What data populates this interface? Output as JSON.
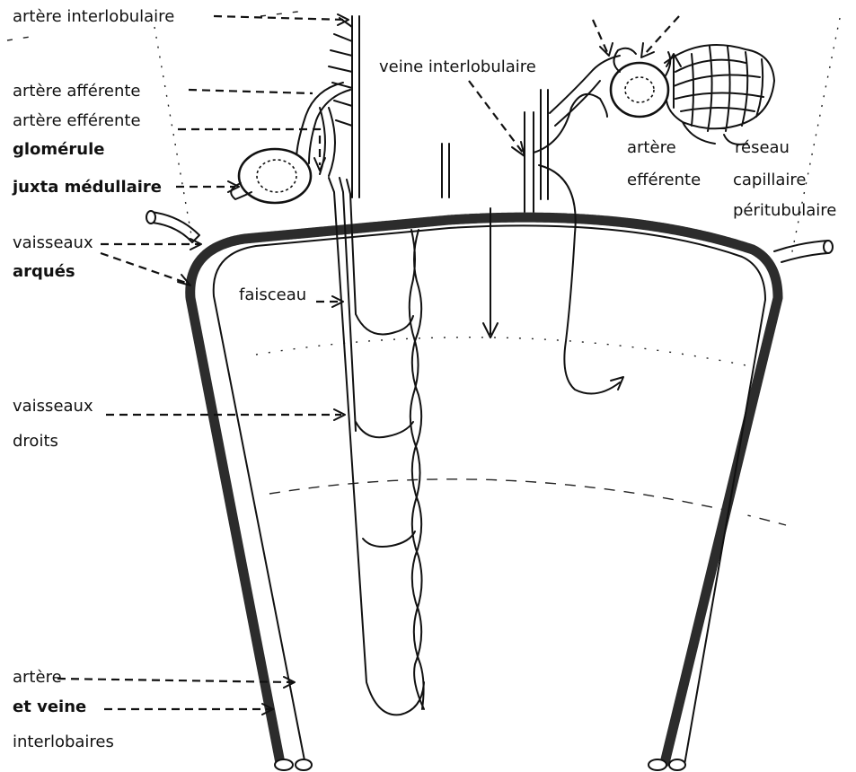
{
  "labels": {
    "arteria_interlobularis": "artère interlobulaire",
    "arteria_afferens": "artère afférente",
    "arteria_efferens_left": "artère efférente",
    "glomerulus_line1": "glomérule",
    "glomerulus_line2": "juxta médullaire",
    "vasa_arcuata_line1": "vaisseaux",
    "vasa_arcuata_line2": "arqués",
    "fasciculus": "faisceau",
    "vasa_recta_line1": "vaisseaux",
    "vasa_recta_line2": "droits",
    "interlobar_line1": "artère",
    "interlobar_line2": "et veine",
    "interlobar_line3": "interlobaires",
    "vena_interlobularis": "veine interlobulaire",
    "arteria_efferens_right_line1": "artère",
    "arteria_efferens_right_line2": "efférente",
    "reseau_line1": "réseau",
    "reseau_line2": "capillaire",
    "reseau_line3": "péritubulaire"
  },
  "colors": {
    "ink": "#111111",
    "vessel_fill": "#ffffff",
    "vessel_shade": "#2c2c2c",
    "background": "#ffffff"
  }
}
